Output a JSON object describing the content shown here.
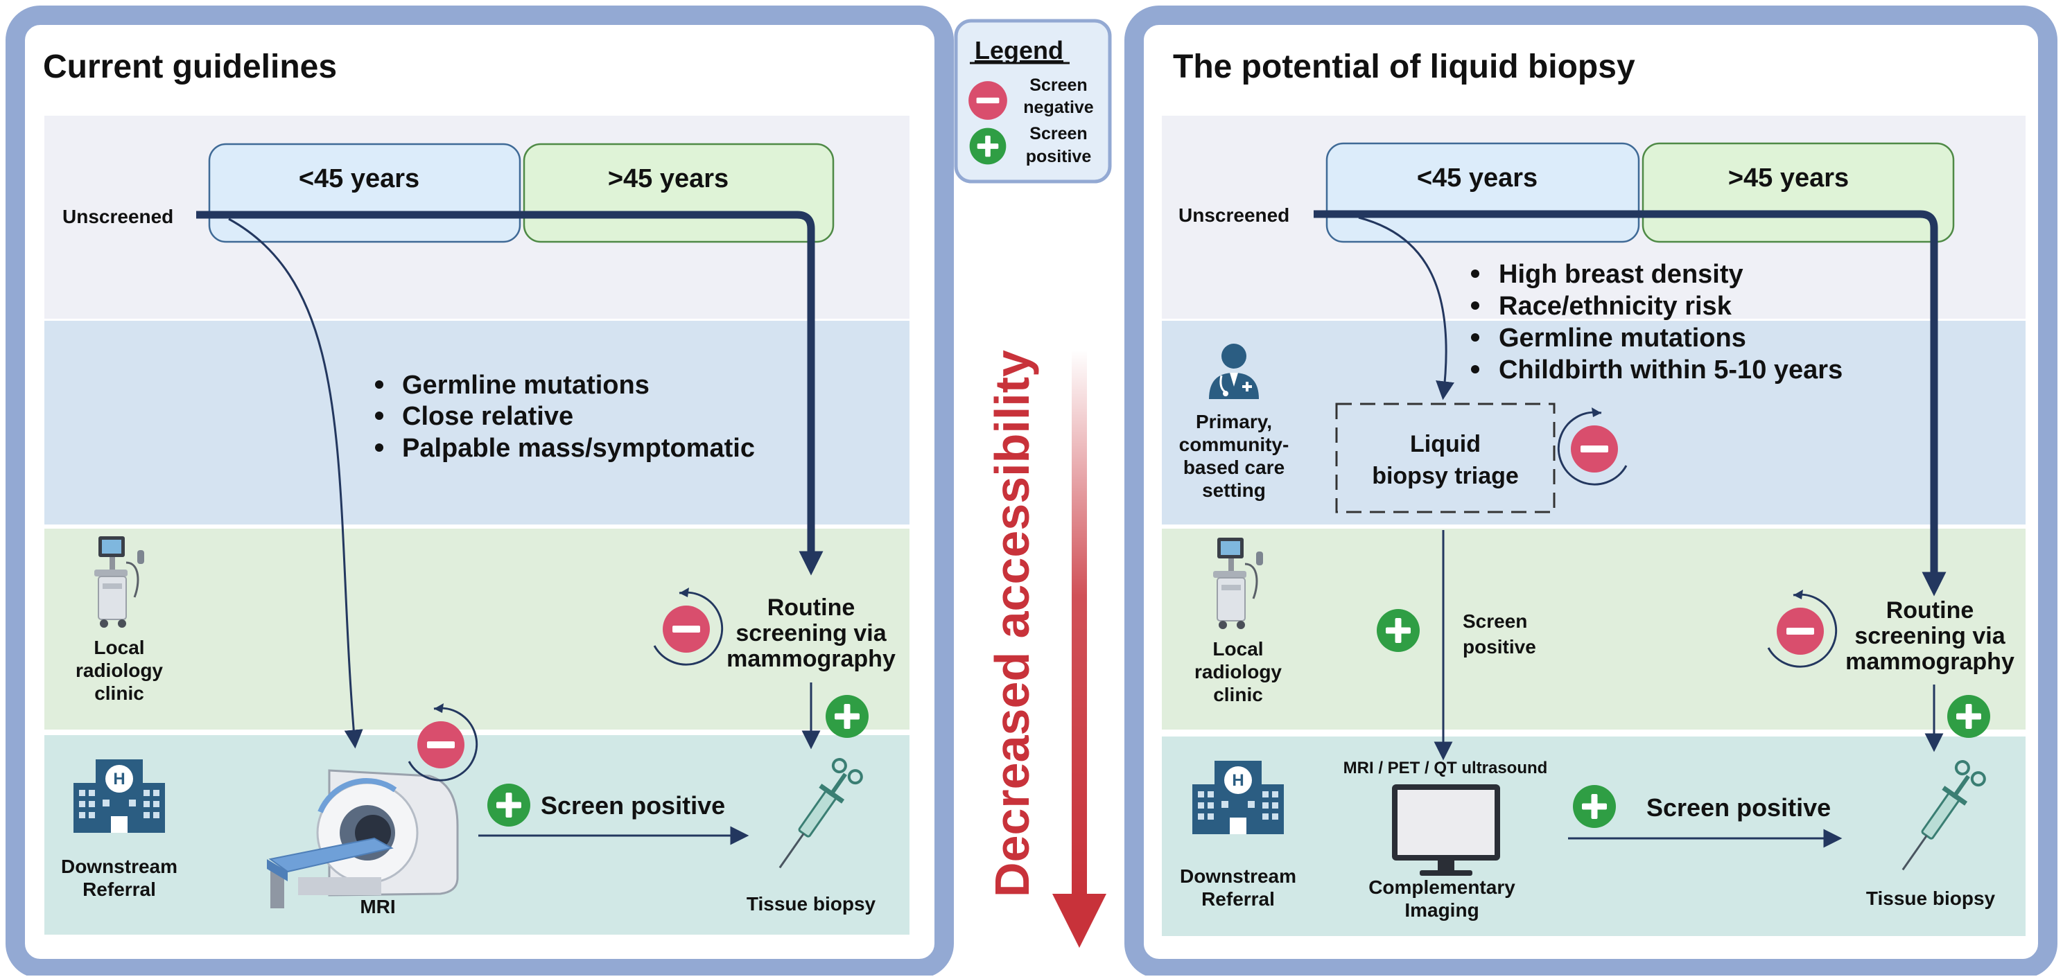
{
  "legend": {
    "title": "Legend",
    "negative": [
      "Screen",
      "negative"
    ],
    "positive": [
      "Screen",
      "positive"
    ]
  },
  "center": {
    "accessibility": "Decreased accessibility"
  },
  "left": {
    "title": "Current guidelines",
    "under45": "<45 years",
    "over45": ">45 years",
    "unscreened": "Unscreened",
    "bullets": [
      "Germline mutations",
      "Close relative",
      "Palpable mass/symptomatic"
    ],
    "local_clinic": [
      "Local",
      "radiology",
      "clinic"
    ],
    "routine": [
      "Routine",
      "screening via",
      "mammography"
    ],
    "downstream": [
      "Downstream",
      "Referral"
    ],
    "mri": "MRI",
    "screen_positive": "Screen positive",
    "tissue_biopsy": "Tissue biopsy"
  },
  "right": {
    "title": "The potential of liquid biopsy",
    "under45": "<45 years",
    "over45": ">45 years",
    "unscreened": "Unscreened",
    "bullets": [
      "High breast density",
      "Race/ethnicity risk",
      "Germline mutations",
      "Childbirth within 5-10 years"
    ],
    "primary_care": [
      "Primary,",
      "community-",
      "based care",
      "setting"
    ],
    "triage": [
      "Liquid",
      "biopsy triage"
    ],
    "local_clinic": [
      "Local",
      "radiology",
      "clinic"
    ],
    "screen_positive_mid": [
      "Screen",
      "positive"
    ],
    "routine": [
      "Routine",
      "screening via",
      "mammography"
    ],
    "imaging_modalities": "MRI / PET / QT ultrasound",
    "complementary": [
      "Complementary",
      "Imaging"
    ],
    "downstream": [
      "Downstream",
      "Referral"
    ],
    "screen_positive": "Screen positive",
    "tissue_biopsy": "Tissue biopsy"
  },
  "colors": {
    "frame": "#93a9d3",
    "band_top": "#eff0f6",
    "band_blue": "#d5e3f1",
    "band_green": "#e0eedc",
    "band_teal": "#d1e8e6",
    "navy": "#23375f",
    "negative": "#d94e6d",
    "positive": "#2f9e44",
    "red": "#c8323a"
  }
}
